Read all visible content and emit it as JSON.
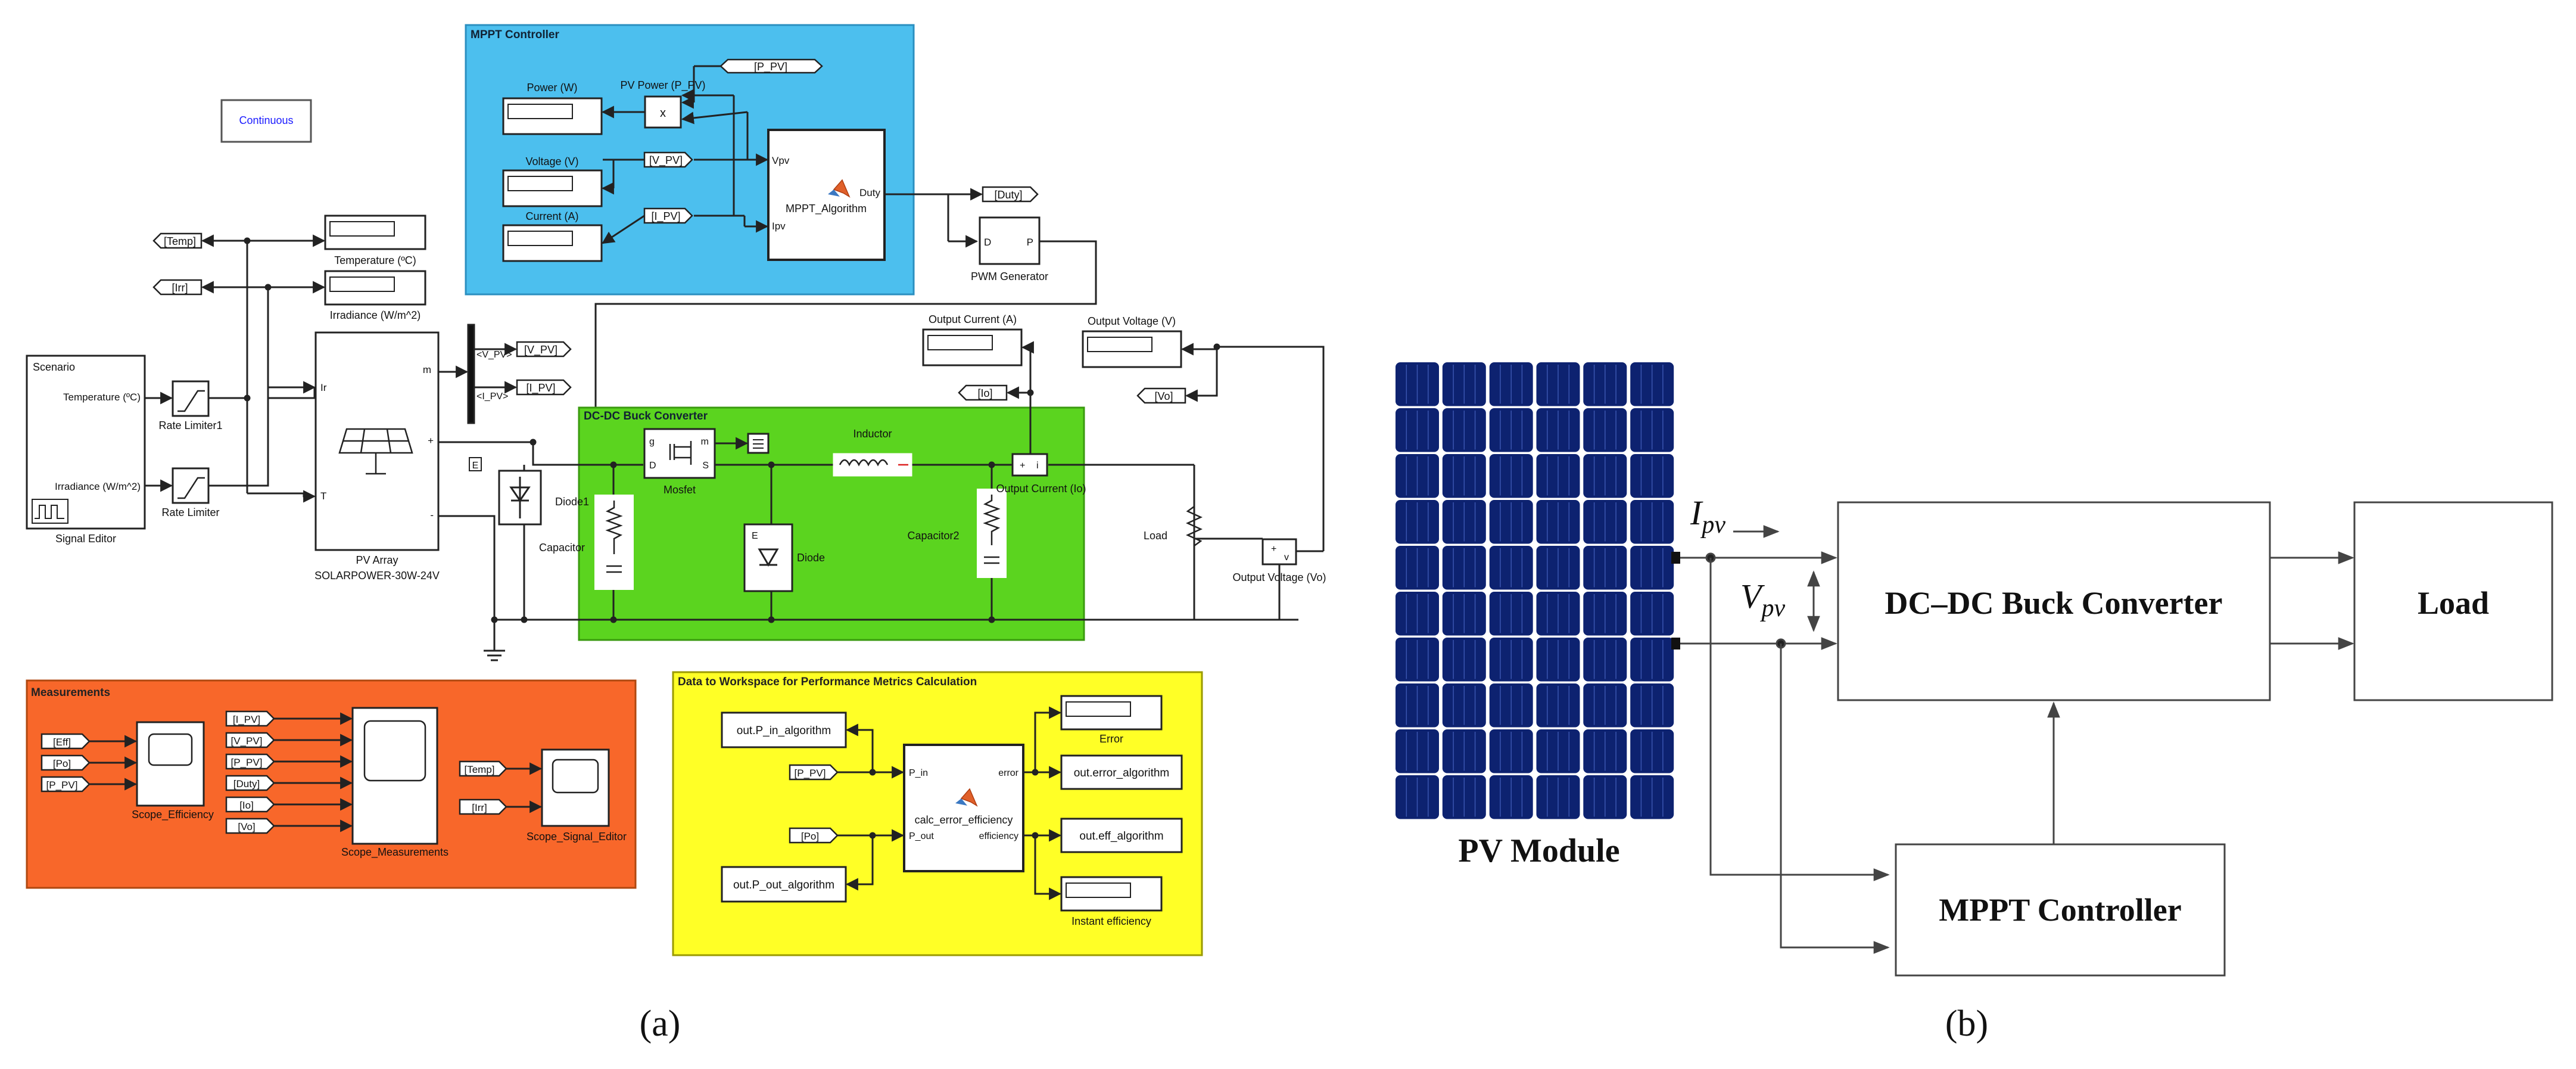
{
  "panel_a": {
    "caption": "(a)",
    "continuous": "Continuous",
    "mppt": {
      "title": "MPPT Controller",
      "power_label": "Power (W)",
      "voltage_label": "Voltage (V)",
      "current_label": "Current (A)",
      "pv_power_label": "PV Power (P_PV)",
      "product_symbol": "x",
      "tag_p_pv": "[P_PV]",
      "tag_v_pv": "[V_PV]",
      "tag_i_pv": "[I_PV]",
      "tag_duty": "[Duty]",
      "algorithm_label": "MPPT_Algorithm",
      "port_vpv": "Vpv",
      "port_ipv": "Ipv",
      "port_duty": "Duty",
      "pwm_label": "PWM Generator",
      "pwm_port_d": "D",
      "pwm_port_p": "P"
    },
    "sources": {
      "tag_temp": "[Temp]",
      "tag_irr": "[Irr]",
      "temperature_display": "Temperature (ºC)",
      "irradiance_display": "Irradiance (W/m^2)",
      "scenario_title": "Scenario",
      "scenario_temp": "Temperature (ºC)",
      "scenario_irr": "Irradiance (W/m^2)",
      "signal_editor": "Signal Editor",
      "rate_limiter1": "Rate Limiter1",
      "rate_limiter": "Rate Limiter"
    },
    "pv_array": {
      "label": "PV Array",
      "model": "SOLARPOWER-30W-24V",
      "port_ir": "Ir",
      "port_t": "T",
      "port_m": "m",
      "port_plus": "+",
      "port_minus": "-",
      "bus_v": "<V_PV>",
      "bus_i": "<I_PV>",
      "tag_v_pv": "[V_PV]",
      "tag_i_pv": "[I_PV]"
    },
    "buck": {
      "title": "DC-DC Buck Converter",
      "inductor": "Inductor",
      "mosfet": "Mosfet",
      "diode": "Diode",
      "diode1": "Diode1",
      "capacitor": "Capacitor",
      "capacitor2": "Capacitor2",
      "port_g": "g",
      "port_m": "m",
      "port_d": "D",
      "port_s": "S",
      "output_current_sensor": "Output Current (Io)",
      "output_current_display": "Output Current (A)",
      "output_voltage_display": "Output Voltage (V)",
      "output_voltage_sensor": "Output Voltage (Vo)",
      "load": "Load",
      "tag_io": "[Io]",
      "tag_vo": "[Vo]"
    },
    "measurements": {
      "title": "Measurements",
      "eff_inputs": [
        "[Eff]",
        "[Po]",
        "[P_PV]"
      ],
      "meas_inputs": [
        "[I_PV]",
        "[V_PV]",
        "[P_PV]",
        "[Duty]",
        "[Io]",
        "[Vo]"
      ],
      "editor_inputs": [
        "[Temp]",
        "[Irr]"
      ],
      "scope_efficiency": "Scope_Efficiency",
      "scope_measurements": "Scope_Measurements",
      "scope_signal_editor": "Scope_Signal_Editor"
    },
    "workspace": {
      "title": "Data to Workspace for Performance Metrics Calculation",
      "p_in_algorithm": "out.P_in_algorithm",
      "p_out_algorithm": "out.P_out_algorithm",
      "tag_p_pv": "[P_PV]",
      "tag_po": "[Po]",
      "block_label": "calc_error_efficiency",
      "port_p_in": "P_in",
      "port_p_out": "P_out",
      "port_error": "error",
      "port_efficiency": "efficiency",
      "error_display": "Error",
      "error_algorithm": "out.error_algorithm",
      "eff_algorithm": "out.eff_algorithm",
      "instant_efficiency": "Instant efficiency"
    }
  },
  "panel_b": {
    "caption": "(b)",
    "pv_module": "PV Module",
    "ipv_base": "I",
    "ipv_sub": "pv",
    "vpv_base": "V",
    "vpv_sub": "pv",
    "buck_converter": "DC–DC Buck Converter",
    "load": "Load",
    "mppt_controller": "MPPT Controller"
  },
  "colors": {
    "mppt_area": "#4cbfee",
    "buck_area": "#5bd41f",
    "measurements_area": "#f8672a",
    "workspace_area": "#ffff26",
    "pv_cell": "#0d2270"
  }
}
